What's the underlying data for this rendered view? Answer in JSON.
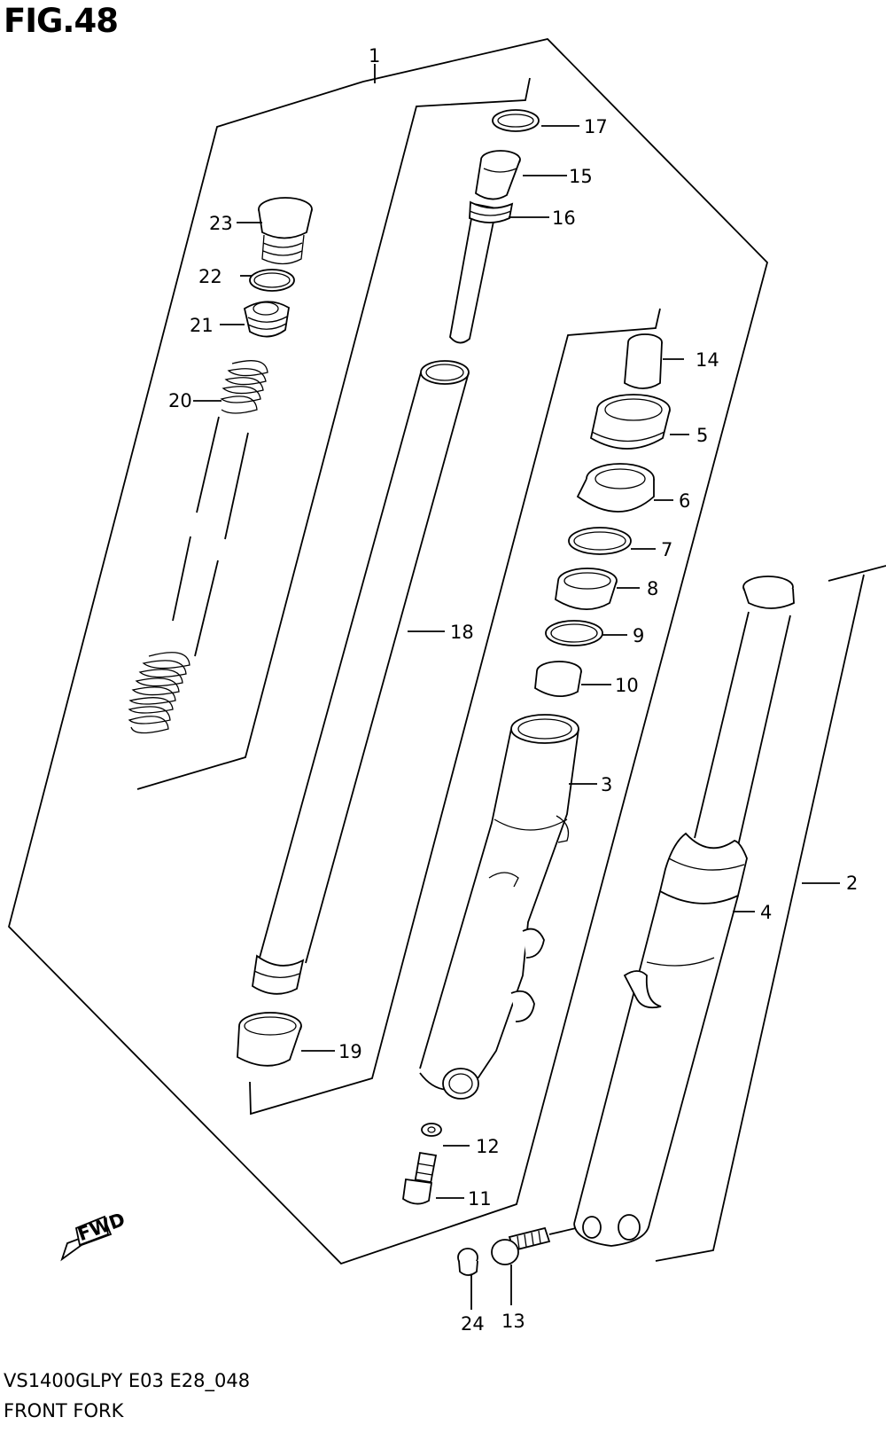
{
  "figure_label": "FIG.48",
  "model_code": "VS1400GLPY E03 E28_048",
  "diagram_name": "FRONT FORK",
  "fwd_label": "FWD",
  "callouts": [
    "1",
    "2",
    "3",
    "4",
    "5",
    "6",
    "7",
    "8",
    "9",
    "10",
    "11",
    "12",
    "13",
    "14",
    "15",
    "16",
    "17",
    "18",
    "19",
    "20",
    "21",
    "22",
    "23",
    "24"
  ]
}
